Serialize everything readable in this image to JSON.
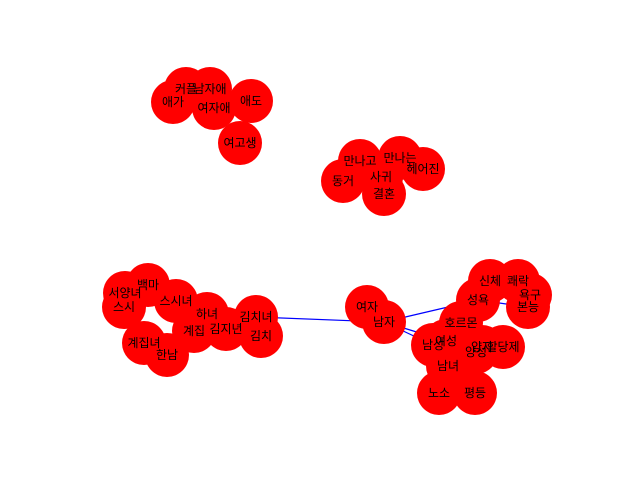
{
  "colors": {
    "node": "#ff0000",
    "edge": "#0000ff",
    "label": "#000000"
  },
  "nodes": [
    {
      "id": "couple",
      "label": "커플"
    },
    {
      "id": "namjaae",
      "label": "남자애"
    },
    {
      "id": "yeojaae",
      "label": "여자애"
    },
    {
      "id": "aega",
      "label": "애가"
    },
    {
      "id": "aedo",
      "label": "애도"
    },
    {
      "id": "yeogosaeng",
      "label": "여고생"
    },
    {
      "id": "mannago",
      "label": "만나고"
    },
    {
      "id": "mannaneun",
      "label": "만나는"
    },
    {
      "id": "heeojin",
      "label": "헤어진"
    },
    {
      "id": "donggeo",
      "label": "동거"
    },
    {
      "id": "sagwi",
      "label": "사귀"
    },
    {
      "id": "gyeolhon",
      "label": "결혼"
    },
    {
      "id": "baekma",
      "label": "백마"
    },
    {
      "id": "seoyangnyeo",
      "label": "서양녀"
    },
    {
      "id": "seusi",
      "label": "스시"
    },
    {
      "id": "seusinyeo",
      "label": "스시녀"
    },
    {
      "id": "hanyeo",
      "label": "하녀"
    },
    {
      "id": "gimchinyeo",
      "label": "김치녀"
    },
    {
      "id": "gyejipnyeo",
      "label": "계집녀"
    },
    {
      "id": "gyejip",
      "label": "계집"
    },
    {
      "id": "gimjinyeon",
      "label": "김지년"
    },
    {
      "id": "gimchi",
      "label": "김치"
    },
    {
      "id": "hannam",
      "label": "한남"
    },
    {
      "id": "yeoja",
      "label": "여자"
    },
    {
      "id": "namja",
      "label": "남자"
    },
    {
      "id": "sinche",
      "label": "신체"
    },
    {
      "id": "kwaerak",
      "label": "쾌락"
    },
    {
      "id": "seongyok",
      "label": "성욕"
    },
    {
      "id": "yokgu",
      "label": "욕구"
    },
    {
      "id": "bonneung",
      "label": "본능"
    },
    {
      "id": "horeumon",
      "label": "호르몬"
    },
    {
      "id": "yeoseong",
      "label": "여성"
    },
    {
      "id": "namseong",
      "label": "남성"
    },
    {
      "id": "yangseong",
      "label": "양성"
    },
    {
      "id": "yangja",
      "label": "양자"
    },
    {
      "id": "haldangje",
      "label": "할당제"
    },
    {
      "id": "namnyeo",
      "label": "남녀"
    },
    {
      "id": "noso",
      "label": "노소"
    },
    {
      "id": "pyeongdeung",
      "label": "평등"
    }
  ],
  "edges": [
    [
      "yeoja",
      "namja"
    ],
    [
      "namja",
      "gimchinyeo"
    ],
    [
      "namja",
      "seongyok"
    ],
    [
      "namja",
      "yeoseong"
    ],
    [
      "namja",
      "namseong"
    ],
    [
      "seongyok",
      "bonneung"
    ]
  ]
}
